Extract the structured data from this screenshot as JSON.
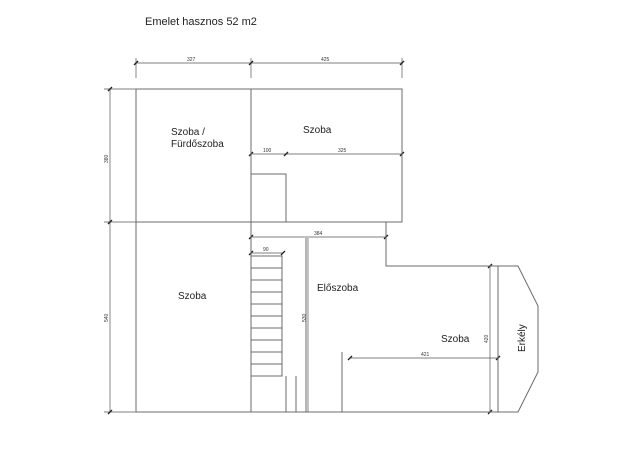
{
  "title": "Emelet hasznos 52 m2",
  "rooms": {
    "szoba_furdo_line1": "Szoba /",
    "szoba_furdo_line2": "Fürdőszoba",
    "szoba_top": "Szoba",
    "szoba_left": "Szoba",
    "eloszoba": "Előszoba",
    "szoba_right": "Szoba",
    "erkely": "Erkély"
  },
  "dimensions": {
    "top_left_width": "327",
    "top_right_width": "425",
    "left_upper_height": "380",
    "left_lower_height": "540",
    "inner_100": "100",
    "inner_325": "325",
    "inner_384": "384",
    "inner_90": "90",
    "inner_530": "530",
    "inner_421": "421",
    "inner_420": "420"
  }
}
